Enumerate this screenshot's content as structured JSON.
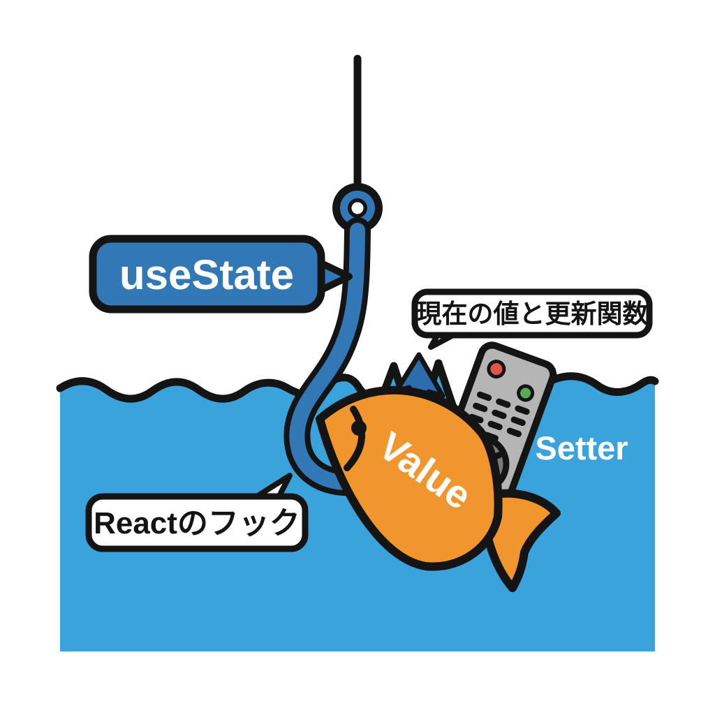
{
  "scene": {
    "background_color": "#ffffff",
    "outline_color": "#141414",
    "water": {
      "color": "#3aa3db"
    },
    "hook": {
      "color": "#3277b6"
    },
    "arrow": {
      "color": "#2e6dad"
    },
    "bubbles": {
      "usestate": {
        "label": "useState",
        "fill": "#3277b6",
        "text_color": "#ffffff"
      },
      "return_value": {
        "label": "現在の値と更新関数",
        "fill": "#ffffff",
        "text_color": "#141414"
      },
      "react_hook": {
        "label": "Reactのフック",
        "fill": "#ffffff",
        "text_color": "#141414"
      }
    },
    "fish": {
      "label": "Value",
      "color": "#f0962d",
      "label_color": "#ffffff"
    },
    "remote": {
      "label": "Setter",
      "label_color": "#ffffff",
      "body_color": "#b5b5b5",
      "dpad_color": "#7b7b7b",
      "dpad_center_color": "#a0a0a0",
      "button_red": "#e0544d",
      "button_green": "#54ac57"
    }
  }
}
